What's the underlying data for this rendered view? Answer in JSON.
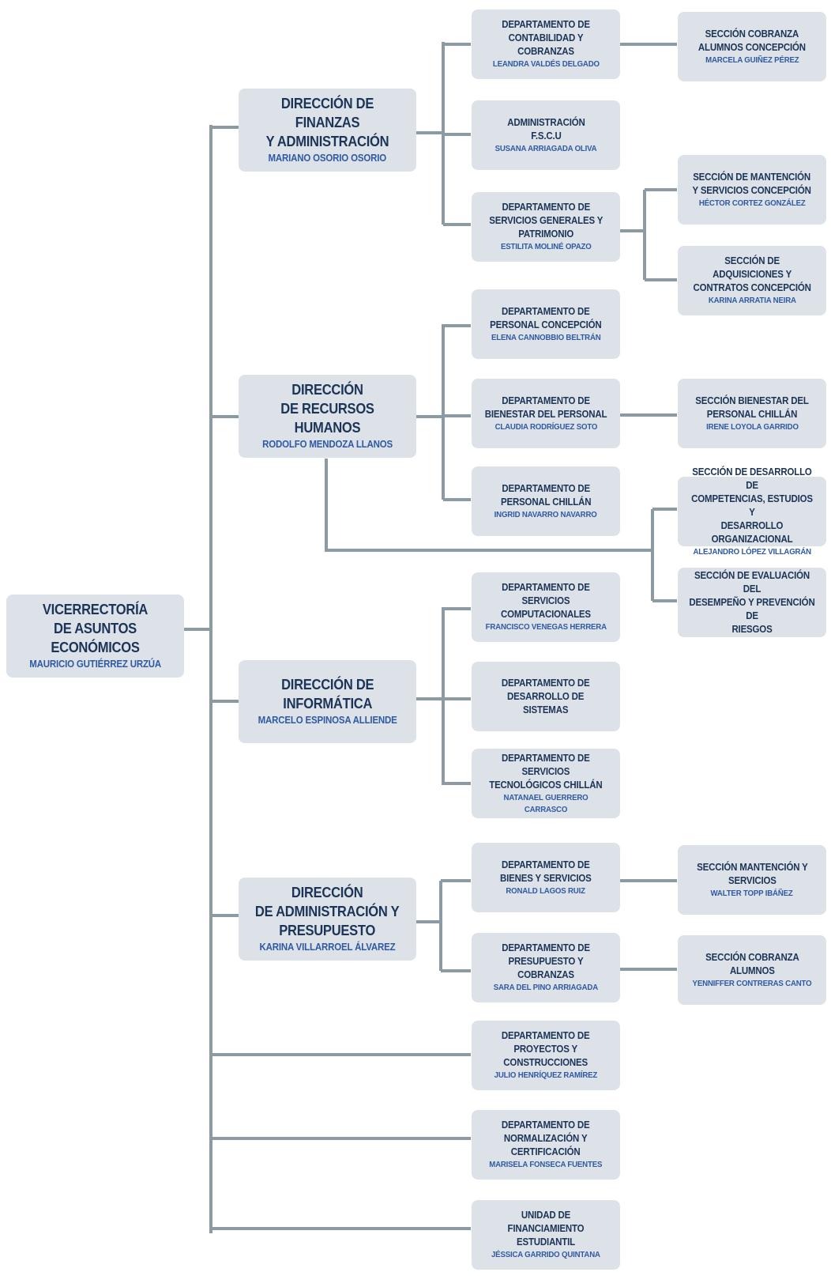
{
  "root": {
    "title": "VICERRECTORÍA\nDE ASUNTOS ECONÓMICOS",
    "name": "MAURICIO GUTIÉRREZ URZÚA"
  },
  "directions": [
    {
      "title": "DIRECCIÓN DE FINANZAS\nY ADMINISTRACIÓN",
      "name": "MARIANO OSORIO OSORIO"
    },
    {
      "title": "DIRECCIÓN\nDE RECURSOS HUMANOS",
      "name": "RODOLFO MENDOZA LLANOS"
    },
    {
      "title": "DIRECCIÓN DE\nINFORMÁTICA",
      "name": "MARCELO ESPINOSA ALLIENDE"
    },
    {
      "title": "DIRECCIÓN\nDE ADMINISTRACIÓN Y\nPRESUPUESTO",
      "name": "KARINA VILLARROEL ÁLVAREZ"
    }
  ],
  "departments": [
    {
      "title": "DEPARTAMENTO DE\nCONTABILIDAD Y COBRANZAS",
      "name": "LEANDRA VALDÉS DELGADO"
    },
    {
      "title": "ADMINISTRACIÓN\nF.S.C.U",
      "name": "SUSANA ARRIAGADA OLIVA"
    },
    {
      "title": "DEPARTAMENTO DE\nSERVICIOS GENERALES Y\nPATRIMONIO",
      "name": "ESTILITA MOLINÉ OPAZO"
    },
    {
      "title": "DEPARTAMENTO DE\nPERSONAL CONCEPCIÓN",
      "name": "ELENA CANNOBBIO BELTRÁN"
    },
    {
      "title": "DEPARTAMENTO DE\nBIENESTAR DEL PERSONAL",
      "name": "CLAUDIA RODRÍGUEZ SOTO"
    },
    {
      "title": "DEPARTAMENTO DE\nPERSONAL CHILLÁN",
      "name": "INGRID NAVARRO NAVARRO"
    },
    {
      "title": "DEPARTAMENTO DE\nSERVICIOS\nCOMPUTACIONALES",
      "name": "FRANCISCO VENEGAS HERRERA"
    },
    {
      "title": "DEPARTAMENTO DE\nDESARROLLO DE\nSISTEMAS",
      "name": ""
    },
    {
      "title": "DEPARTAMENTO DE\nSERVICIOS\nTECNOLÓGICOS CHILLÁN",
      "name": "NATANAEL GUERRERO CARRASCO"
    },
    {
      "title": "DEPARTAMENTO DE\nBIENES Y SERVICIOS",
      "name": "RONALD LAGOS RUIZ"
    },
    {
      "title": "DEPARTAMENTO DE\nPRESUPUESTO Y COBRANZAS",
      "name": "SARA DEL PINO ARRIAGADA"
    },
    {
      "title": "DEPARTAMENTO DE\nPROYECTOS Y\nCONSTRUCCIONES",
      "name": "JULIO HENRÍQUEZ RAMÍREZ"
    },
    {
      "title": "DEPARTAMENTO DE\nNORMALIZACIÓN Y\nCERTIFICACIÓN",
      "name": "MARISELA FONSECA FUENTES"
    },
    {
      "title": "UNIDAD DE FINANCIAMIENTO\nESTUDIANTIL",
      "name": "JÉSSICA GARRIDO QUINTANA"
    }
  ],
  "sections": [
    {
      "title": "SECCIÓN COBRANZA\nALUMNOS CONCEPCIÓN",
      "name": "MARCELA GUIÑEZ PÉREZ"
    },
    {
      "title": "SECCIÓN DE MANTENCIÓN\nY SERVICIOS CONCEPCIÓN",
      "name": "HÉCTOR CORTEZ GONZÁLEZ"
    },
    {
      "title": "SECCIÓN DE\nADQUISICIONES Y\nCONTRATOS CONCEPCIÓN",
      "name": "KARINA ARRATIA NEIRA"
    },
    {
      "title": "SECCIÓN BIENESTAR DEL\nPERSONAL CHILLÁN",
      "name": "IRENE LOYOLA GARRIDO"
    },
    {
      "title": "SECCIÓN DE DESARROLLO DE\nCOMPETENCIAS, ESTUDIOS Y\nDESARROLLO ORGANIZACIONAL",
      "name": "ALEJANDRO LÓPEZ VILLAGRÁN"
    },
    {
      "title": "SECCIÓN DE EVALUACIÓN DEL\nDESEMPEÑO Y PREVENCIÓN DE\nRIESGOS",
      "name": ""
    },
    {
      "title": "SECCIÓN MANTENCIÓN Y\nSERVICIOS",
      "name": "WALTER TOPP IBÁÑEZ"
    },
    {
      "title": "SECCIÓN COBRANZA\nALUMNOS",
      "name": "YENNIFFER CONTRERAS CANTO"
    }
  ],
  "colors": {
    "box": "#dde2e8",
    "line": "#8c9aa4",
    "title": "#1c3457",
    "name": "#2f5aa3"
  }
}
